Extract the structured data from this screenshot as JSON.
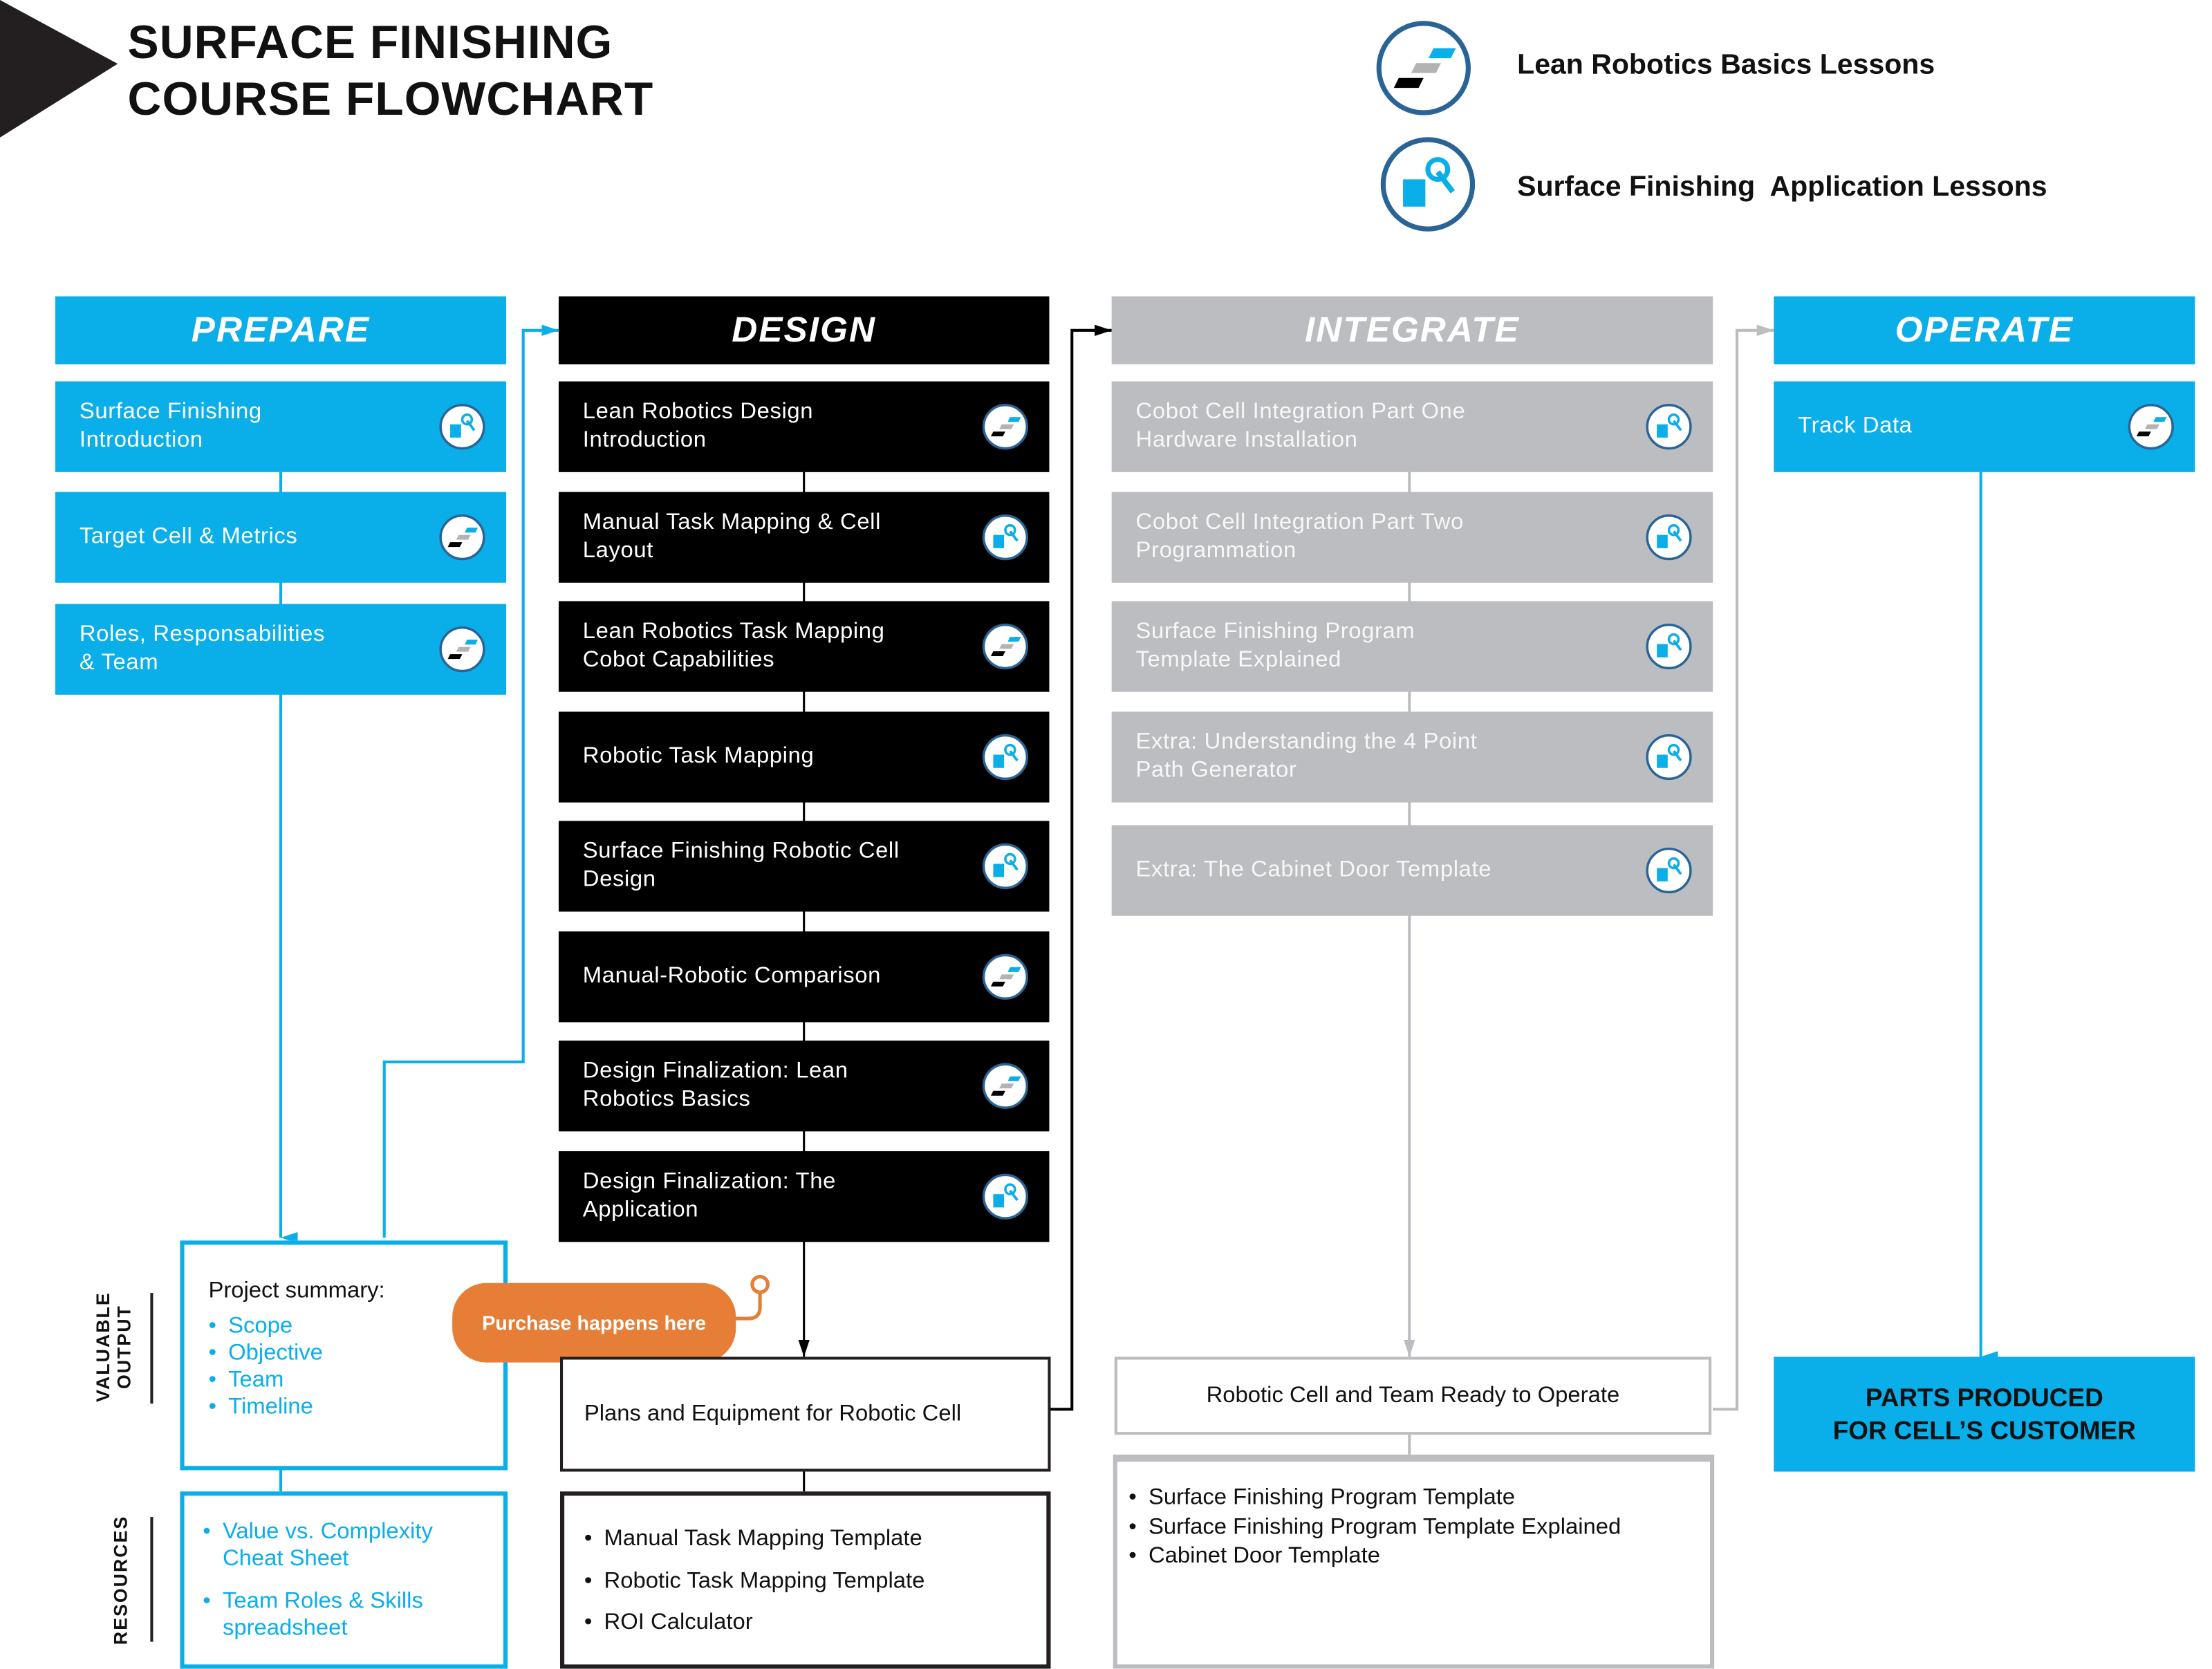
{
  "title": "SURFACE FINISHING\nCOURSE FLOWCHART",
  "colors": {
    "cyan": "#0aaee9",
    "black": "#000000",
    "gray": "#bcbdc0",
    "orange": "#e67e37",
    "icon_ring": "#2a6496"
  },
  "legend": [
    {
      "icon": "lean-robotics-basics-icon",
      "label": "Lean Robotics Basics Lessons"
    },
    {
      "icon": "surface-finishing-application-icon",
      "label": "Surface Finishing  Application Lessons"
    }
  ],
  "columns": {
    "prepare": {
      "title": "PREPARE",
      "lessons": [
        {
          "label": "Surface Finishing\nIntroduction",
          "icon": "app"
        },
        {
          "label": "Target Cell & Metrics",
          "icon": "lean"
        },
        {
          "label": "Roles, Responsabilities\n& Team",
          "icon": "lean"
        }
      ]
    },
    "design": {
      "title": "DESIGN",
      "lessons": [
        {
          "label": "Lean Robotics Design\nIntroduction",
          "icon": "lean"
        },
        {
          "label": "Manual Task Mapping & Cell\nLayout",
          "icon": "app"
        },
        {
          "label": "Lean Robotics Task Mapping\nCobot Capabilities",
          "icon": "lean"
        },
        {
          "label": "Robotic Task Mapping",
          "icon": "app"
        },
        {
          "label": "Surface Finishing Robotic Cell\nDesign",
          "icon": "app"
        },
        {
          "label": "Manual-Robotic Comparison",
          "icon": "lean"
        },
        {
          "label": "Design Finalization: Lean\nRobotics Basics",
          "icon": "lean"
        },
        {
          "label": "Design Finalization: The\nApplication",
          "icon": "app"
        }
      ]
    },
    "integrate": {
      "title": "INTEGRATE",
      "lessons": [
        {
          "label": "Cobot Cell Integration Part One\nHardware Installation",
          "icon": "app"
        },
        {
          "label": "Cobot Cell Integration Part Two\nProgrammation",
          "icon": "app"
        },
        {
          "label": "Surface Finishing Program\nTemplate Explained",
          "icon": "app"
        },
        {
          "label": "Extra: Understanding the 4 Point\nPath Generator",
          "icon": "app"
        },
        {
          "label": "Extra: The Cabinet Door Template",
          "icon": "app"
        }
      ]
    },
    "operate": {
      "title": "OPERATE",
      "lessons": [
        {
          "label": "Track Data",
          "icon": "lean"
        }
      ]
    }
  },
  "side_labels": {
    "valuable_output": "VALUABLE\nOUTPUT",
    "resources": "RESOURCES"
  },
  "outputs": {
    "prepare": {
      "heading": "Project summary:",
      "items": [
        "Scope",
        "Objective",
        "Team",
        "Timeline"
      ]
    },
    "design": "Plans and Equipment for Robotic Cell",
    "integrate": "Robotic Cell and Team Ready to Operate",
    "operate": "PARTS PRODUCED\nFOR CELL’S CUSTOMER"
  },
  "purchase_note": "Purchase happens here",
  "resources": {
    "prepare": [
      "Value vs. Complexity\nCheat Sheet",
      "Team Roles & Skills\nspreadsheet"
    ],
    "design": [
      "Manual Task Mapping Template",
      "Robotic Task Mapping Template",
      "ROI Calculator"
    ],
    "integrate": [
      "Surface Finishing Program Template",
      "Surface Finishing  Program Template Explained",
      "Cabinet Door Template"
    ]
  }
}
